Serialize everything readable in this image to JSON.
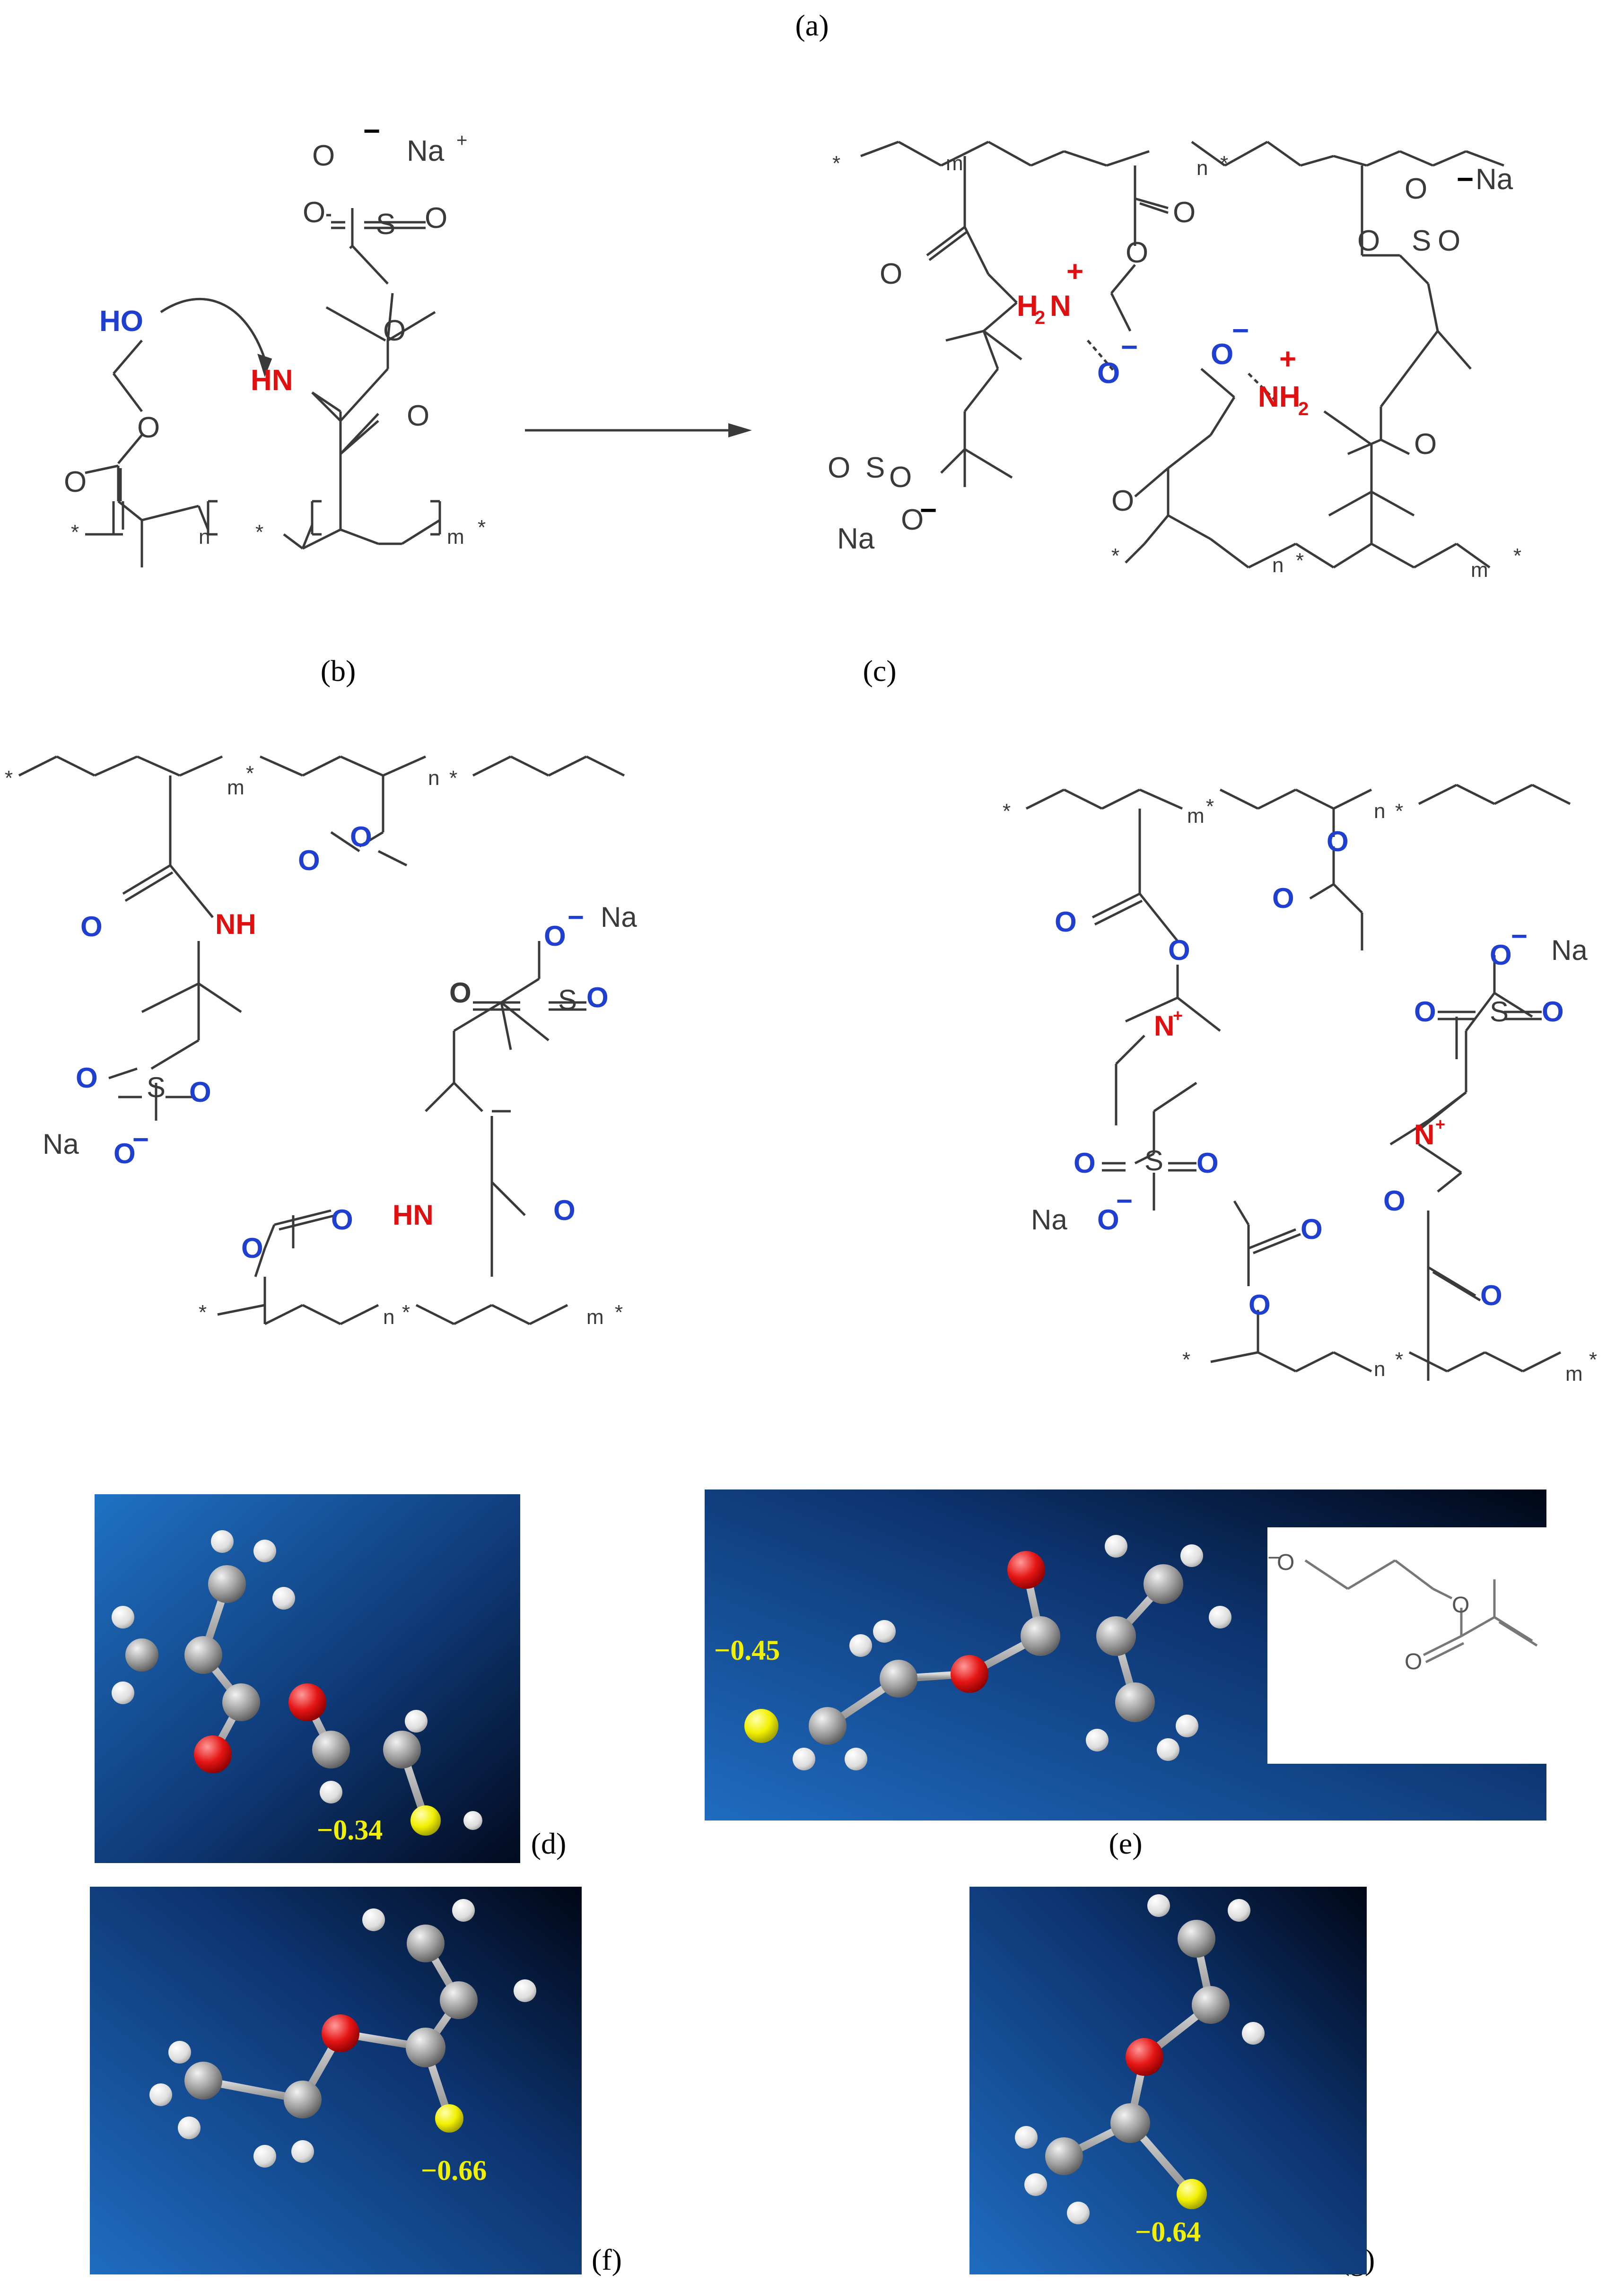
{
  "panels": {
    "a": "(a)",
    "b": "(b)",
    "c": "(c)",
    "d": "(d)",
    "e": "(e)",
    "f": "(f)",
    "g": "(g)"
  },
  "atoms": {
    "ho": "HO",
    "hn": "HN",
    "nh": "NH",
    "o": "O",
    "s": "S",
    "na": "Na",
    "h2": "H",
    "n": "N",
    "nh2": "NH",
    "sub2": "2",
    "m": "m",
    "n_sub": "n",
    "star": "*",
    "plus": "+",
    "minus": "−"
  },
  "charges": {
    "d": "−0.34",
    "e": "−0.45",
    "f": "−0.66",
    "g": "−0.64"
  },
  "colors": {
    "bond": "#3a3a3a",
    "hetero_blue": "#1f3fd0",
    "hetero_red": "#e01010",
    "charge_label": "#f0f000",
    "bg_dark": "#0a1a3a",
    "bg_light": "#1c6bbd"
  }
}
